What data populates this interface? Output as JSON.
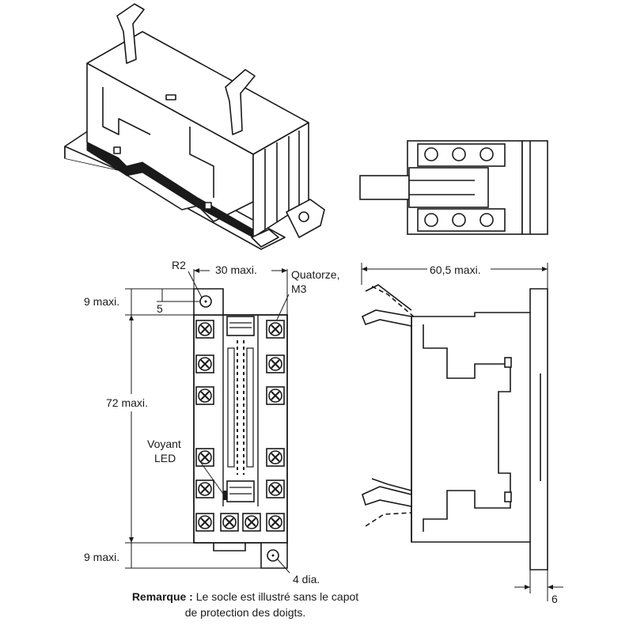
{
  "labels": {
    "r2": "R2",
    "width_max": "30 maxi.",
    "screws_line1": "Quatorze,",
    "screws_line2": "M3",
    "depth_max": "60,5 maxi.",
    "top_margin": "9 maxi.",
    "hole_offset": "5",
    "height_max": "72 maxi.",
    "led_line1": "Voyant",
    "led_line2": "LED",
    "bottom_margin": "9 maxi.",
    "hole_dia": "4 dia.",
    "rail_depth": "6"
  },
  "note": {
    "label": "Remarque :",
    "line1": "Le socle est illustré sans le capot",
    "line2": "de protection des doigts."
  }
}
